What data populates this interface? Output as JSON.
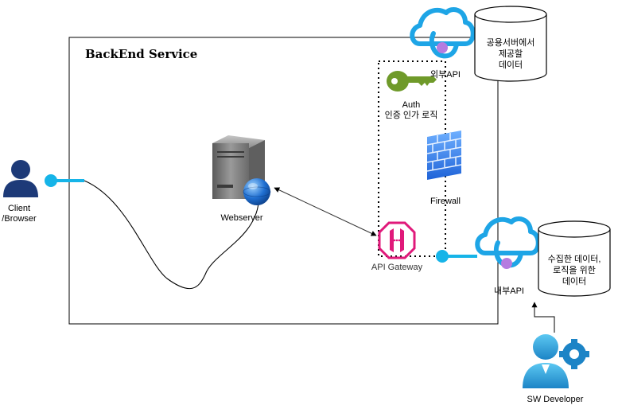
{
  "service_box": {
    "title": "BackEnd Service"
  },
  "client": {
    "line1": "Client",
    "line2": "/Browser"
  },
  "webserver": {
    "label": "Webserver"
  },
  "auth": {
    "line1": "Auth",
    "line2": "인증 인가 로직"
  },
  "firewall": {
    "label": "Firewall"
  },
  "api_gateway": {
    "label": "API Gateway"
  },
  "external_api": {
    "label": "외부API"
  },
  "internal_api": {
    "label": "내부API"
  },
  "public_db": {
    "line1": "공용서버에서",
    "line2": "제공할",
    "line3": "데이터"
  },
  "internal_db": {
    "line1": "수집한 데이터,",
    "line2": "로직을 위한",
    "line3": "데이터"
  },
  "developer": {
    "label": "SW Developer"
  },
  "colors": {
    "azure_blue": "#1e90d6",
    "connector_cyan": "#16b4e8",
    "gateway_pink": "#e0197a",
    "key_green": "#6f9a2a",
    "user_navy": "#1d3a78"
  }
}
